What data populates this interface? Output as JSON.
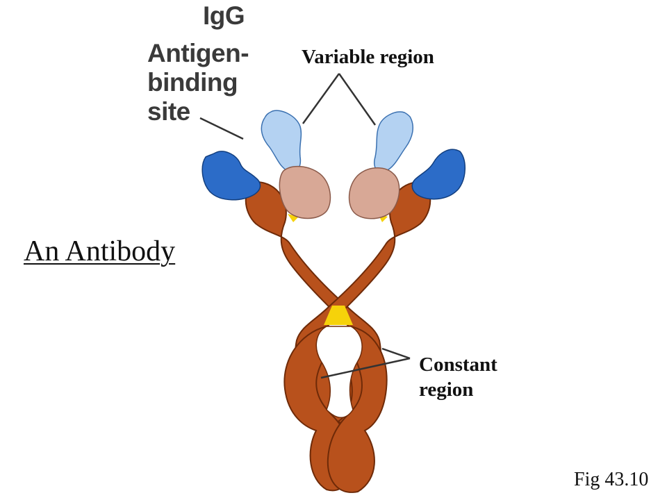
{
  "labels": {
    "igg": "IgG",
    "antigen_binding_site": "Antigen-\nbinding\nsite",
    "variable_region": "Variable region",
    "constant_region": "Constant\nregion",
    "title": "An Antibody",
    "figure": "Fig 43.10"
  },
  "colors": {
    "heavy_chain": "#b8511c",
    "heavy_chain_outline": "#6e2a08",
    "light_constant": "#d8a896",
    "light_variable": "#b4d2f2",
    "heavy_variable": "#2c6cc8",
    "disulfide_bridge": "#f6d20a",
    "leader_line": "#333333"
  }
}
